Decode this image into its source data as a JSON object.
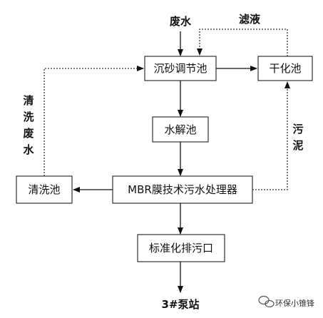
{
  "nodes": {
    "sand_tank": "沉砂调节池",
    "drying_tank": "干化池",
    "hydrolysis_tank": "水解池",
    "mbr_processor": "MBR膜技术污水处理器",
    "cleaning_tank": "清洗池",
    "discharge_outlet": "标准化排污口"
  },
  "labels": {
    "wastewater": "废水",
    "filtrate": "滤液",
    "sludge_1": "污",
    "sludge_2": "泥",
    "clean_ww_1": "清",
    "clean_ww_2": "洗",
    "clean_ww_3": "废",
    "clean_ww_4": "水",
    "pump_station": "3#泵站"
  },
  "watermark": {
    "text": "环保小锥锋",
    "icon": "wechat-icon"
  }
}
